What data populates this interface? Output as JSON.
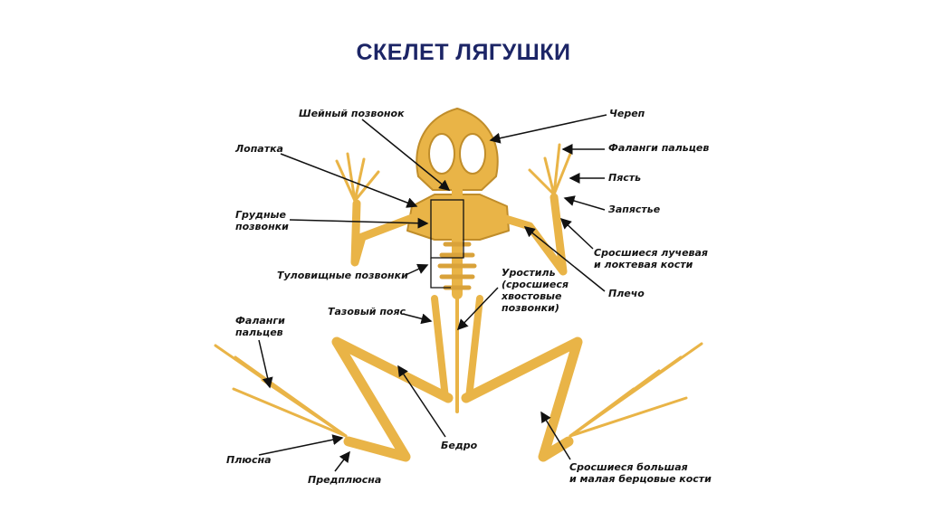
{
  "title": "СКЕЛЕТ ЛЯГУШКИ",
  "colors": {
    "title": "#1c2566",
    "bone": "#e9b447",
    "bone_edge": "#c08d2a",
    "label": "#141414"
  },
  "labels": {
    "cervical_vertebra": "Шейный позвонок",
    "skull": "Череп",
    "scapula": "Лопатка",
    "fore_phalanges": "Фаланги пальцев",
    "metacarpus": "Пясть",
    "wrist": "Запястье",
    "thoracic_1": "Грудные",
    "thoracic_2": "позвонки",
    "radioulna_1": "Сросшиеся лучевая",
    "radioulna_2": "и локтевая кости",
    "trunk_vertebrae": "Туловищные позвонки",
    "urostyle_1": "Уростиль",
    "urostyle_2": "(сросшиеся",
    "urostyle_3": "хвостовые",
    "urostyle_4": "позвонки)",
    "humerus": "Плечо",
    "pelvic_girdle": "Тазовый пояс",
    "hind_phalanges_1": "Фаланги",
    "hind_phalanges_2": "пальцев",
    "femur": "Бедро",
    "metatarsus": "Плюсна",
    "tarsus": "Предплюсна",
    "tibiofibula_1": "Сросшиеся большая",
    "tibiofibula_2": "и малая берцовые кости"
  }
}
